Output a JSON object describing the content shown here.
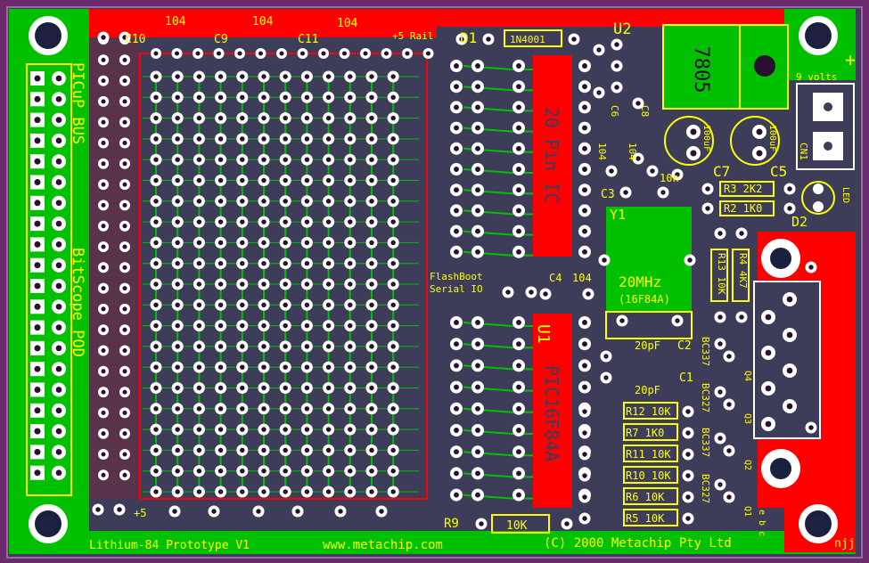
{
  "colors": {
    "background": "#6b2a6e",
    "board": "#3d3d5a",
    "copper_top": "#ff0000",
    "copper_bottom": "#00c000",
    "silkscreen": "#ffff00",
    "pad": "#ffffff",
    "hole": "#2a1030"
  },
  "labels": {
    "c10": "C10",
    "c9": "C9",
    "c11": "C11",
    "cap_104_a": "104",
    "cap_104_b": "104",
    "cap_104_c": "104",
    "rail": "+5 Rail",
    "d1": "D1",
    "diode": "1N4001",
    "u2": "U2",
    "regulator": "7805",
    "nine_volts": "9 volts",
    "plus": "+",
    "cn1": "CN1",
    "ic20": "20 Pin IC",
    "c6": "C6",
    "c8": "C8",
    "c6_val": "104",
    "c8_val": "104",
    "c8_cap": "10n",
    "cap_100u_a": "100uF",
    "cap_100u_b": "100uF",
    "c7": "C7",
    "c5": "C5",
    "c3": "C3",
    "led": "LED",
    "r3": "R3 2K2",
    "r2": "R2 1K0",
    "d2": "D2",
    "y1": "Y1",
    "xtal": "20MHz",
    "xtal_sub": "(16F84A)",
    "flashboot": "FlashBoot",
    "serial": "Serial IO",
    "c4": "C4",
    "c4_val": "104",
    "u1": "U1",
    "pic": "PIC16F84A",
    "r13": "R13 10K",
    "r4": "R4 4K7",
    "c2": "C2",
    "c2_val": "20pF",
    "c1": "C1",
    "c1_val": "20pF",
    "r12": "R12 10K",
    "r7": "R7 1K0",
    "r11": "R11 10K",
    "r10": "R10 10K",
    "r6": "R6 10K",
    "r5": "R5 10K",
    "r9": "R9",
    "r9_val": "10K",
    "bc337_a": "BC337",
    "bc327_a": "BC327",
    "bc337_b": "BC337",
    "bc327_b": "BC327",
    "q1": "Q1",
    "q2": "Q2",
    "q3": "Q3",
    "q4": "Q4",
    "picup": "PICuP BUS",
    "bitscope": "BitScope POD",
    "plus5": "+5",
    "footer_left": "Lithium-84 Prototype V1",
    "footer_mid": "www.metachip.com",
    "footer_right": "(C) 2000 Metachip Pty Ltd",
    "njj": "njj",
    "ebc": "e b c"
  }
}
